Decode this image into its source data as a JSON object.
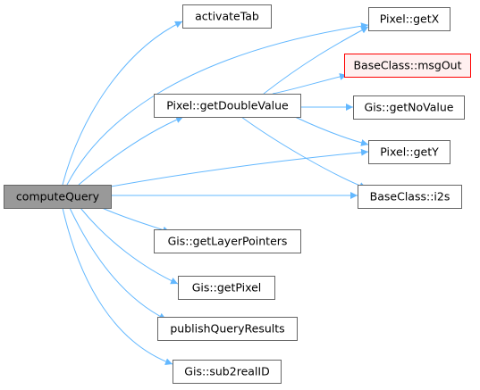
{
  "colors": {
    "edge": "#63b8ff",
    "node_fill": "#ffffff",
    "node_border": "#666666",
    "root_fill": "#999999",
    "root_border": "#666666",
    "warn_fill": "#fff0f0",
    "warn_border": "#ff0000"
  },
  "nodes": [
    {
      "id": "computeQuery",
      "label": "computeQuery",
      "style": "root"
    },
    {
      "id": "activateTab",
      "label": "activateTab",
      "style": "normal"
    },
    {
      "id": "pixel_getDoubleValue",
      "label": "Pixel::getDoubleValue",
      "style": "normal"
    },
    {
      "id": "gis_getLayerPointers",
      "label": "Gis::getLayerPointers",
      "style": "normal"
    },
    {
      "id": "gis_getPixel",
      "label": "Gis::getPixel",
      "style": "normal"
    },
    {
      "id": "publishQueryResults",
      "label": "publishQueryResults",
      "style": "normal"
    },
    {
      "id": "gis_sub2realID",
      "label": "Gis::sub2realID",
      "style": "normal"
    },
    {
      "id": "pixel_getX",
      "label": "Pixel::getX",
      "style": "normal"
    },
    {
      "id": "baseclass_msgOut",
      "label": "BaseClass::msgOut",
      "style": "warn"
    },
    {
      "id": "gis_getNoValue",
      "label": "Gis::getNoValue",
      "style": "normal"
    },
    {
      "id": "pixel_getY",
      "label": "Pixel::getY",
      "style": "normal"
    },
    {
      "id": "baseclass_i2s",
      "label": "BaseClass::i2s",
      "style": "normal"
    }
  ],
  "edges": [
    {
      "from": "computeQuery",
      "to": "activateTab"
    },
    {
      "from": "computeQuery",
      "to": "pixel_getX"
    },
    {
      "from": "computeQuery",
      "to": "pixel_getDoubleValue"
    },
    {
      "from": "computeQuery",
      "to": "pixel_getY"
    },
    {
      "from": "computeQuery",
      "to": "baseclass_i2s"
    },
    {
      "from": "computeQuery",
      "to": "gis_getLayerPointers"
    },
    {
      "from": "computeQuery",
      "to": "gis_getPixel"
    },
    {
      "from": "computeQuery",
      "to": "publishQueryResults"
    },
    {
      "from": "computeQuery",
      "to": "gis_sub2realID"
    },
    {
      "from": "pixel_getDoubleValue",
      "to": "pixel_getX"
    },
    {
      "from": "pixel_getDoubleValue",
      "to": "baseclass_msgOut"
    },
    {
      "from": "pixel_getDoubleValue",
      "to": "gis_getNoValue"
    },
    {
      "from": "pixel_getDoubleValue",
      "to": "pixel_getY"
    },
    {
      "from": "pixel_getDoubleValue",
      "to": "baseclass_i2s"
    }
  ]
}
